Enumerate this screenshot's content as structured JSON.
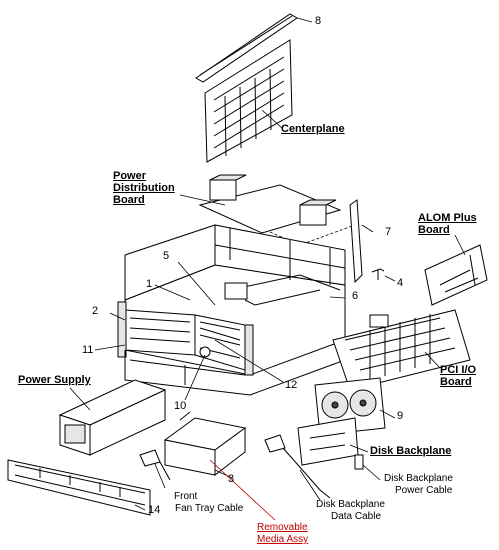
{
  "labels": {
    "centerplane": "Centerplane",
    "power_distribution_board": [
      "Power",
      "Distribution",
      "Board"
    ],
    "alom_plus_board": [
      "ALOM Plus",
      "Board"
    ],
    "pci_io_board": [
      "PCI I/O",
      "Board"
    ],
    "power_supply": "Power Supply",
    "disk_backplane": "Disk Backplane",
    "disk_backplane_power_cable": [
      "Disk  Backplane",
      "Power Cable"
    ],
    "disk_backplane_data_cable": [
      "Disk Backplane",
      "Data Cable"
    ],
    "front_fan_tray_cable": [
      "Front",
      "Fan Tray Cable"
    ],
    "removable_media_assy": [
      "Removable",
      "Media Assy"
    ]
  },
  "callouts": [
    "1",
    "2",
    "3",
    "4",
    "5",
    "6",
    "7",
    "8",
    "9",
    "10",
    "11",
    "12",
    "14"
  ],
  "colors": {
    "line": "#000000",
    "removable_media_leader": "#c00000"
  }
}
